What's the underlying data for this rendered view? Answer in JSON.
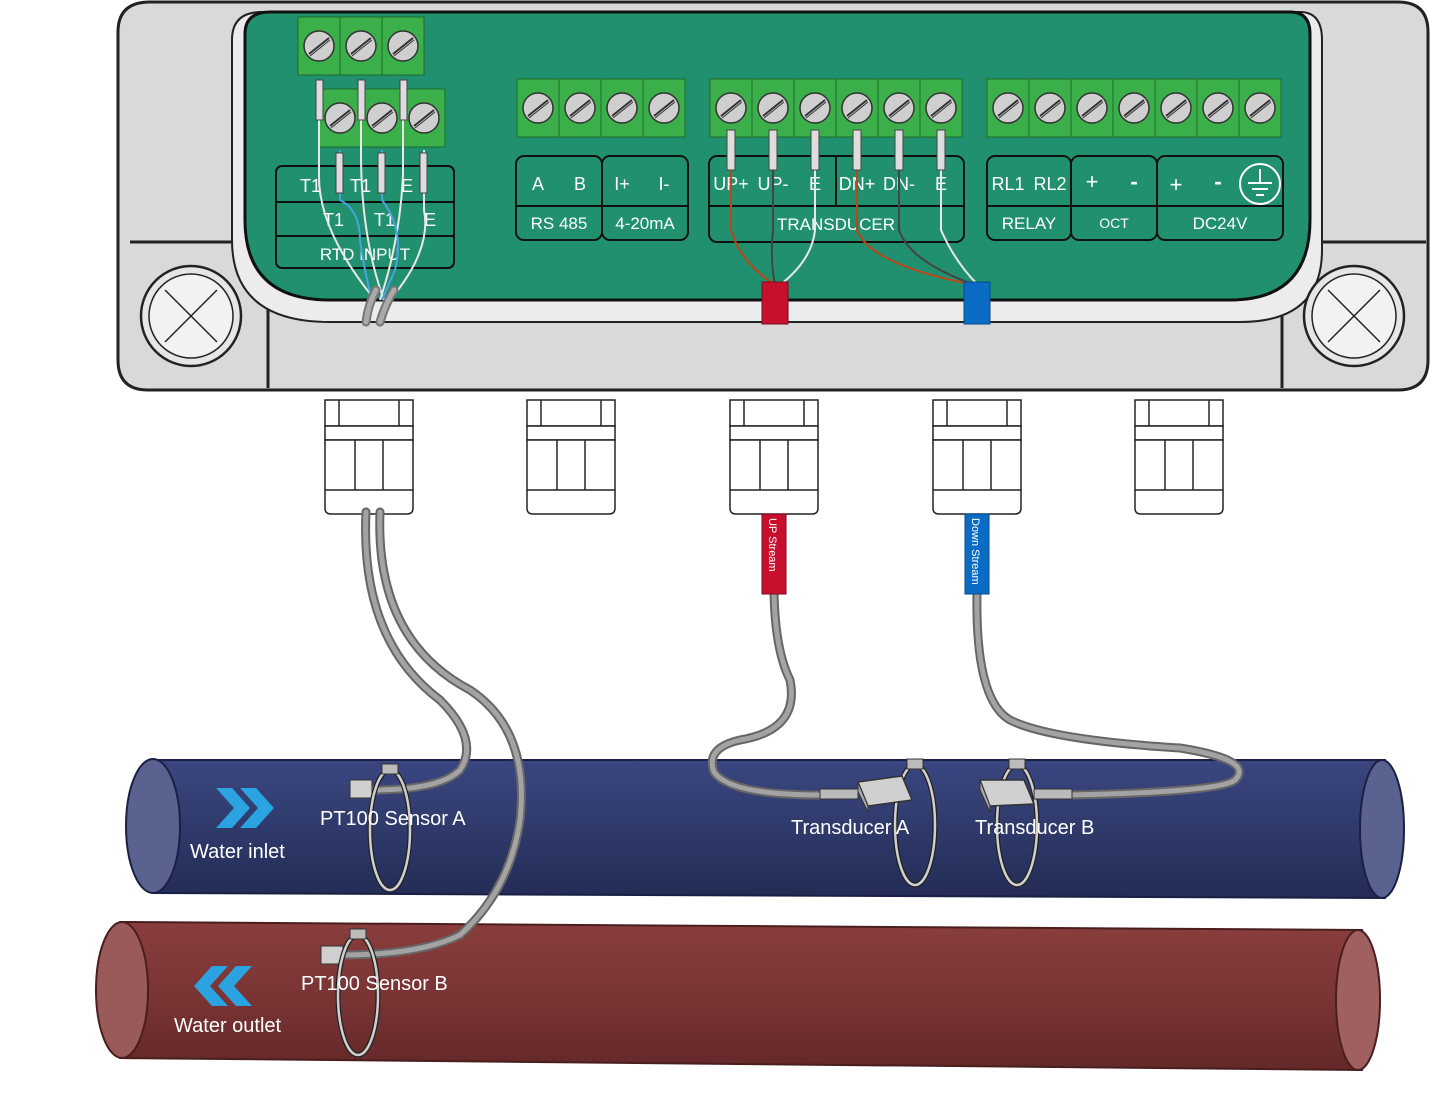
{
  "colors": {
    "box": "#d9d9d9",
    "board": "#21906f",
    "terminal": "#3bb04a",
    "inlet_pipe": "#2f3a6b",
    "outlet_pipe": "#7a3434",
    "cable": "#9a9a9a",
    "up_tag": "#c8102e",
    "down_tag": "#0a6cc4",
    "arrow": "#2aa3e0"
  },
  "rtd": {
    "top_labels": [
      "T1",
      "T1",
      "E"
    ],
    "mid_labels": [
      "T1",
      "T1",
      "E"
    ],
    "group_label": "RTD INPUT"
  },
  "comm": {
    "pins": [
      "A",
      "B",
      "I+",
      "I-"
    ],
    "groups": [
      "RS 485",
      "4-20mA"
    ]
  },
  "transducer": {
    "pins": [
      "UP+",
      "UP-",
      "E",
      "DN+",
      "DN-",
      "E"
    ],
    "group_label": "TRANSDUCER"
  },
  "power": {
    "pins": [
      "RL1",
      "RL2",
      "+",
      "-",
      "+",
      "-"
    ],
    "groups": [
      "RELAY",
      "OCT",
      "DC24V"
    ],
    "ground_icon": "ground-icon"
  },
  "tags": {
    "up": "UP Stream",
    "down": "Down Stream"
  },
  "pipes": {
    "inlet_label": "Water inlet",
    "outlet_label": "Water outlet"
  },
  "sensors": {
    "a": "PT100 Sensor A",
    "b": "PT100 Sensor B",
    "transducer_a": "Transducer A",
    "transducer_b": "Transducer B"
  }
}
